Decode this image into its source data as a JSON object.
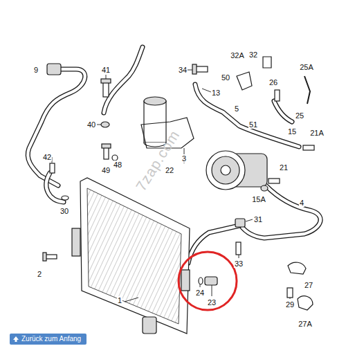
{
  "diagram": {
    "nodes": [
      {
        "text": [
          "Zurück zum Anfang"
        ]
      }
    ],
    "labels": [
      "9",
      "41",
      "34",
      "32A",
      "32",
      "50",
      "25A",
      "13",
      "26",
      "5",
      "25",
      "51",
      "40",
      "15",
      "21A",
      "42",
      "49",
      "48",
      "22",
      "3",
      "21",
      "15A",
      "4",
      "31",
      "30",
      "2",
      "33",
      "1",
      "24",
      "23",
      "27",
      "29",
      "27A",
      "7zap.com"
    ]
  }
}
